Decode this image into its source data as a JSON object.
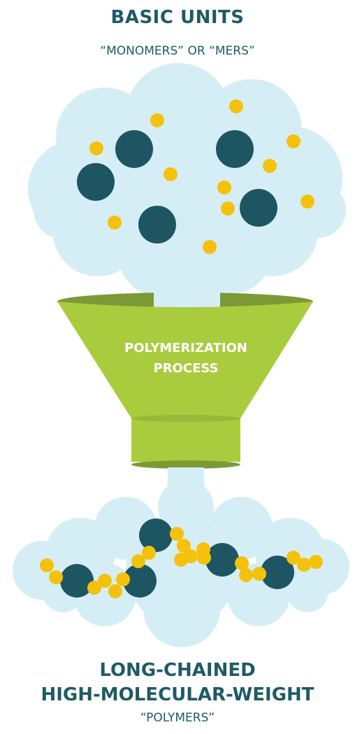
{
  "header": {
    "title": "BASIC UNITS",
    "subtitle": "“MONOMERS” OR “MERS”"
  },
  "funnel": {
    "label_line1": "POLYMERIZATION",
    "label_line2": "PROCESS"
  },
  "footer": {
    "title_line1": "LONG-CHAINED",
    "title_line2": "HIGH-MOLECULAR-WEIGHT",
    "subtitle": "“POLYMERS”"
  },
  "colors": {
    "cloud": "#d5eef5",
    "monomer_large": "#1d5662",
    "monomer_small": "#f4c20d",
    "funnel": "#a9cc3e",
    "funnel_dark": "#7b9a36",
    "text_dark": "#1f5a66",
    "text_light": "#ffffff"
  }
}
